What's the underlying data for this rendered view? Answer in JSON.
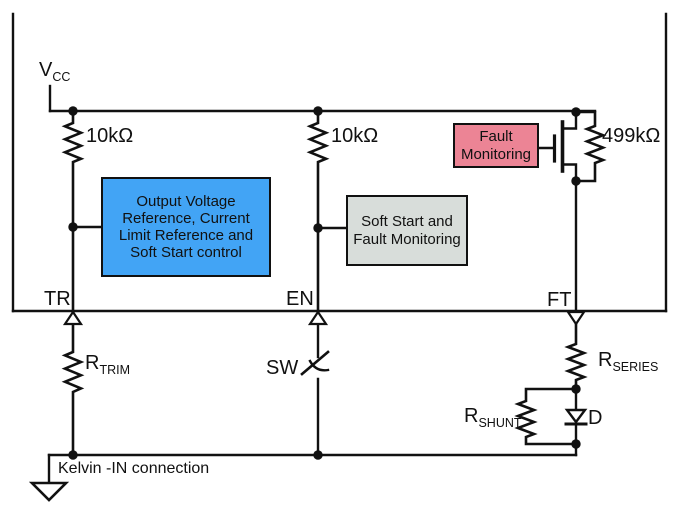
{
  "diagram": {
    "power_label": {
      "main": "V",
      "sub": "CC"
    },
    "resistors": {
      "r1": "10kΩ",
      "r2": "10kΩ",
      "r3": "499kΩ",
      "rtrim": {
        "main": "R",
        "sub": "TRIM"
      },
      "rseries": {
        "main": "R",
        "sub": "SERIES"
      },
      "rshunt": {
        "main": "R",
        "sub": "SHUNT"
      }
    },
    "pins": {
      "tr": "TR",
      "en": "EN",
      "ft": "FT"
    },
    "switch_label": "SW",
    "diode_label": "D",
    "ground_label": "Kelvin -IN connection",
    "blocks": {
      "reference": {
        "text": "Output Voltage\nReference, Current\nLimit Reference and\nSoft Start control",
        "fill": "#42a4f5"
      },
      "soft_start": {
        "text": "Soft Start and\nFault Monitoring",
        "fill": "#d8ddda"
      },
      "fault": {
        "text": "Fault\nMonitoring",
        "fill": "#ec8495"
      }
    },
    "colors": {
      "wire": "#111111",
      "block_blue": "#42a4f5",
      "block_gray": "#d8ddda",
      "block_pink": "#ec8495"
    }
  }
}
